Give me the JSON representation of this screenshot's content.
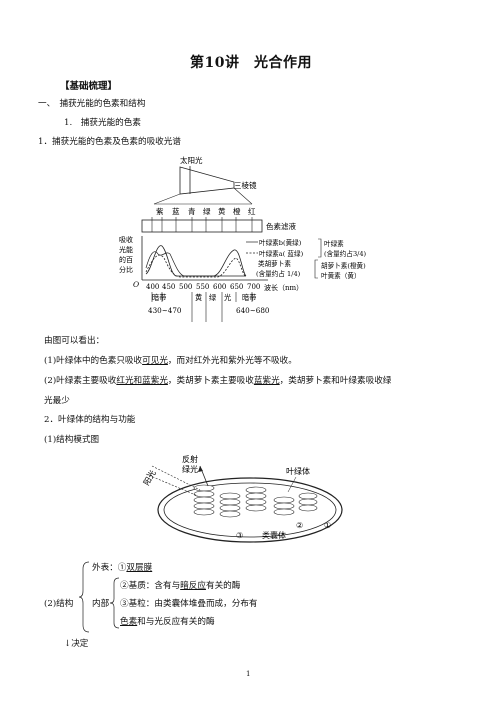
{
  "title": "第10讲　光合作用",
  "section_header": "【基础梳理】",
  "heading1": "一、　捕获光能的色素和结构",
  "heading1_sub": "1.　捕获光能的色素",
  "item1": "1．捕获光能的色素及色素的吸收光谱",
  "spectrum_figure": {
    "sunlight": "太阳光",
    "prism": "三棱镜",
    "colors": [
      "紫",
      "蓝",
      "青",
      "绿",
      "黄",
      "橙",
      "红"
    ],
    "filter": "色素滤液",
    "yaxis": [
      "吸收",
      "光能",
      "的百",
      "分比"
    ],
    "origin": "O",
    "ticks": [
      "400",
      "450",
      "500",
      "550",
      "600",
      "650",
      "700"
    ],
    "wavelength": "波长（nm）",
    "legend": {
      "chl_b": "叶绿素b(黄绿)",
      "chl_a": "叶绿素a( 蓝绿)",
      "carotenoid": "类胡萝卜素",
      "carotenoid_pct": "(含量约占 1/4)",
      "chlorophyll": "叶绿素",
      "chlorophyll_pct": "(含量约占3/4)",
      "carotene": "胡萝卜素(橙黄)",
      "xanthophyll": "叶黄素（黄）"
    },
    "dark_band_1": "暗带",
    "dark_band_1_range": "430~470",
    "pass_band": [
      "黄",
      "绿",
      "光"
    ],
    "dark_band_2": "暗带",
    "dark_band_2_range": "640~680"
  },
  "conclusion_intro": "由图可以看出：",
  "conclusion1_pre": "(1)叶绿体中的色素只吸收",
  "conclusion1_u": "可见光",
  "conclusion1_post": "，而对红外光和紫外光等不吸收。",
  "conclusion2_pre": "(2)叶绿素主要吸收",
  "conclusion2_u1": "红光和蓝紫光",
  "conclusion2_mid": "，类胡萝卜素主要吸收",
  "conclusion2_u2": "蓝紫光",
  "conclusion2_post": "，类胡萝卜素和叶绿素吸收绿",
  "conclusion2_line2": "光最少",
  "item2": "2．叶绿体的结构与功能",
  "item2_sub": "(1)结构模式图",
  "chloroplast_figure": {
    "light": "阳光",
    "reflected": [
      "反射",
      "绿光"
    ],
    "chloroplast": "叶绿体",
    "thylakoid": "类囊体",
    "n1": "①",
    "n2": "②",
    "n3": "③"
  },
  "structure": {
    "label": "(2)结构",
    "outer_pre": "外表：①",
    "outer_u": "双层膜",
    "inner_label": "内部",
    "stroma_pre": "②基质：含有与",
    "stroma_u": "暗反应",
    "stroma_post": "有关的酶",
    "grana": "③基粒：由类囊体堆叠而成，分布有",
    "grana2_u": "色素",
    "grana2_post": "和与光反应有关的酶"
  },
  "decide": "↓决定",
  "page_number": "1"
}
